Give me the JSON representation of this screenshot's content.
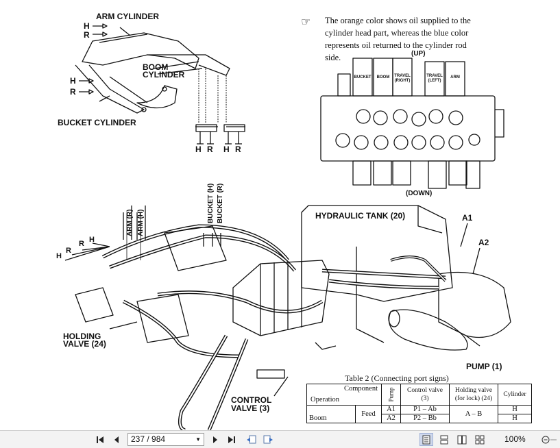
{
  "note": {
    "lines": [
      "The orange color shows oil supplied to the",
      "cylinder head part, whereas the blue color",
      "represents oil returned to the cylinder rod",
      "side."
    ]
  },
  "labels": {
    "arm_cylinder": "ARM CYLINDER",
    "boom_cylinder_1": "BOOM",
    "boom_cylinder_2": "CYLINDER",
    "bucket_cylinder": "BUCKET CYLINDER",
    "h_top": "H",
    "r_top": "R",
    "h_mid": "H",
    "r_mid": "R",
    "h_r_row": [
      "H",
      "R",
      "H",
      "R"
    ],
    "up": "(UP)",
    "down": "(DOWN)",
    "hydraulic_tank": "HYDRAULIC TANK (20)",
    "a1": "A1",
    "a2": "A2",
    "holding_valve_1": "HOLDING",
    "holding_valve_2": "VALVE (24)",
    "control_valve_1": "CONTROL",
    "control_valve_2": "VALVE (3)",
    "pump": "PUMP (1)",
    "arm_r": "ARM (R)",
    "arm_h": "ARM (H)",
    "bucket_h": "BUCKET (H)",
    "bucket_r": "BUCKET (R)",
    "hose_letters": [
      "H",
      "R",
      "R",
      "H"
    ],
    "valve_tags": [
      "BUCKET",
      "BOOM",
      "TRAVEL (RIGHT)",
      "TRAVEL (LEFT)",
      "ARM"
    ]
  },
  "table": {
    "caption": "Table 2   (Connecting port signs)",
    "col_component": "Component",
    "col_operation": "Operation",
    "col_pump": "Pump",
    "col_control_valve": "Control valve (3)",
    "col_holding_valve": "Holding valve (for lock) (24)",
    "col_cylinder": "Cylinder",
    "row_group": "Boom",
    "row_sub": "Feed",
    "rows": [
      {
        "pump": "A1",
        "control": "P1 – Ab",
        "holding": "A – B",
        "cylinder": "H"
      },
      {
        "pump": "A2",
        "control": "P2 – Bb",
        "holding": "",
        "cylinder": "H"
      }
    ]
  },
  "toolbar": {
    "page_value": "237 / 984",
    "zoom": "100%"
  }
}
